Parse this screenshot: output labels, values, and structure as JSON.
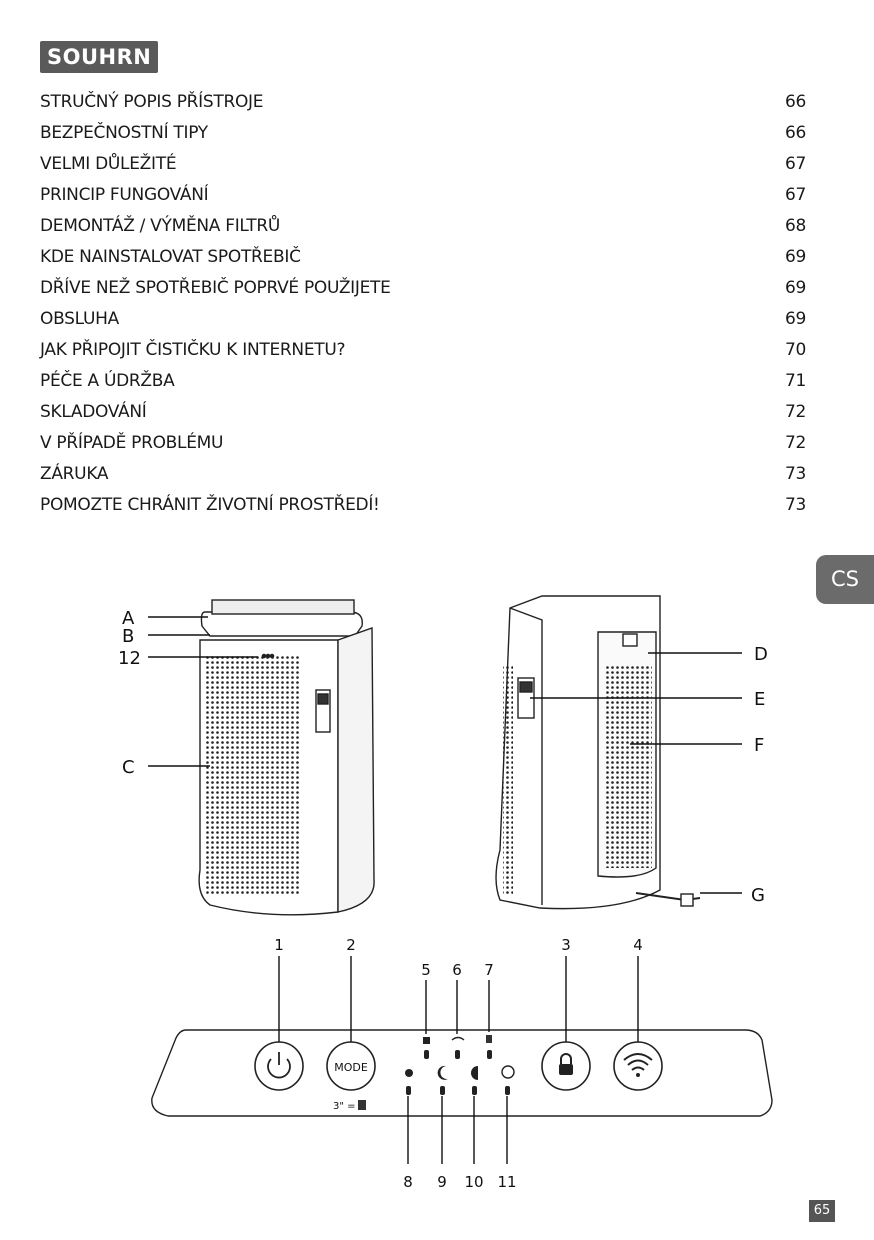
{
  "header": {
    "title": "SOUHRN"
  },
  "toc": [
    {
      "title": "STRUČNÝ POPIS PŘÍSTROJE",
      "page": "66"
    },
    {
      "title": "BEZPEČNOSTNÍ TIPY",
      "page": "66"
    },
    {
      "title": "VELMI DŮLEŽITÉ",
      "page": "67"
    },
    {
      "title": "PRINCIP FUNGOVÁNÍ",
      "page": "67"
    },
    {
      "title": "DEMONTÁŽ / VÝMĚNA FILTRŮ",
      "page": "68"
    },
    {
      "title": "KDE NAINSTALOVAT SPOTŘEBIČ",
      "page": "69"
    },
    {
      "title": "DŘÍVE NEŽ SPOTŘEBIČ POPRVÉ POUŽIJETE",
      "page": "69"
    },
    {
      "title": "OBSLUHA",
      "page": "69"
    },
    {
      "title": "JAK PŘIPOJIT ČISTIČKU K INTERNETU?",
      "page": "70"
    },
    {
      "title": "PÉČE A ÚDRŽBA",
      "page": "71"
    },
    {
      "title": "SKLADOVÁNÍ",
      "page": "72"
    },
    {
      "title": "V PŘÍPADĚ PROBLÉMU",
      "page": "72"
    },
    {
      "title": "ZÁRUKA",
      "page": "73"
    },
    {
      "title": "POMOZTE CHRÁNIT ŽIVOTNÍ PROSTŘEDÍ!",
      "page": "73"
    }
  ],
  "lang_tab": "CS",
  "page_number": "65",
  "figure": {
    "front_labels": {
      "a": "A",
      "b": "B",
      "n12": "12",
      "c": "C"
    },
    "back_labels": {
      "d": "D",
      "e": "E",
      "f": "F",
      "g": "G"
    },
    "panel_numbers": {
      "n1": "1",
      "n2": "2",
      "n3": "3",
      "n4": "4",
      "n5": "5",
      "n6": "6",
      "n7": "7",
      "n8": "8",
      "n9": "9",
      "n10": "10",
      "n11": "11"
    },
    "mode_button_label": "MODE",
    "mode_hint": "3\" ="
  }
}
